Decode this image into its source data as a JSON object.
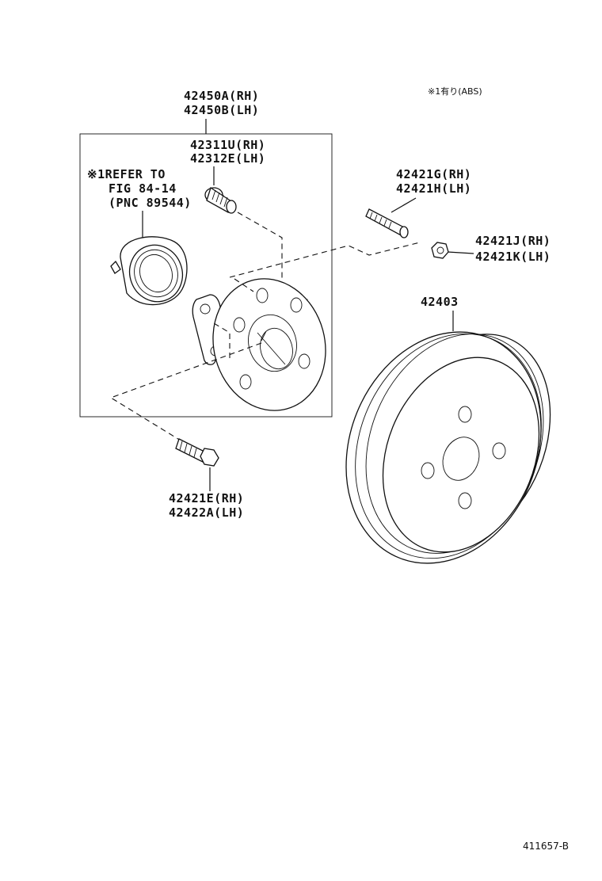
{
  "note": "※1有り(ABS)",
  "figure_number": "411657-B",
  "labels": {
    "hub_rh": "42450A(RH)",
    "hub_lh": "42450B(LH)",
    "hubbolt_rh": "42311U(RH)",
    "hubbolt_lh": "42312E(LH)",
    "refer_1": "※1REFER TO",
    "refer_2": "FIG 84-14",
    "refer_3": "(PNC 89544)",
    "stud_rh": "42421G(RH)",
    "stud_lh": "42421H(LH)",
    "nut_rh": "42421J(RH)",
    "nut_lh": "42421K(LH)",
    "drum": "42403",
    "bolt_rh": "42421E(RH)",
    "bolt_lh": "42422A(LH)"
  }
}
